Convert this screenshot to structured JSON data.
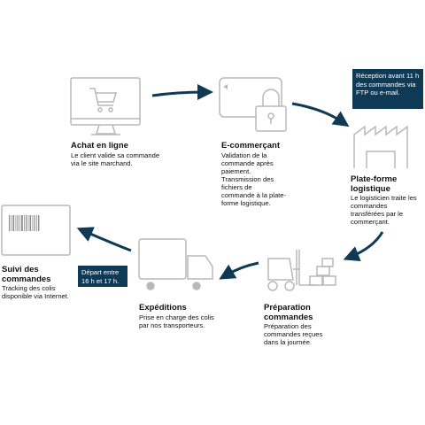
{
  "colors": {
    "accent": "#0f3a55",
    "icon": "#b8b8b8",
    "text": "#111111"
  },
  "steps": [
    {
      "icon": "computer-cart-icon",
      "title": "Achat en ligne",
      "desc": "Le client valide sa commande via le site marchand."
    },
    {
      "icon": "card-padlock-icon",
      "title": "E-commerçant",
      "desc": "Validation de la commande après paiement. Transmission des fichiers de commande à la plate-forme logistique."
    },
    {
      "icon": "warehouse-icon",
      "title": "Plate-forme logistique",
      "desc": "Le logisticien traite les commandes transférées par le commerçant."
    },
    {
      "icon": "forklift-icon",
      "title": "Préparation commandes",
      "desc": "Préparation des commandes reçues dans la journée."
    },
    {
      "icon": "truck-icon",
      "title": "Expéditions",
      "desc": "Prise en charge des colis par nos transporteurs."
    },
    {
      "icon": "barcode-label-icon",
      "title": "Suivi des commandes",
      "desc": "Tracking des colis disponible via Internet."
    }
  ],
  "callouts": {
    "reception": "Réception avant 11 h des commandes via FTP ou e-mail.",
    "depart": "Départ entre 16 h et 17 h."
  }
}
